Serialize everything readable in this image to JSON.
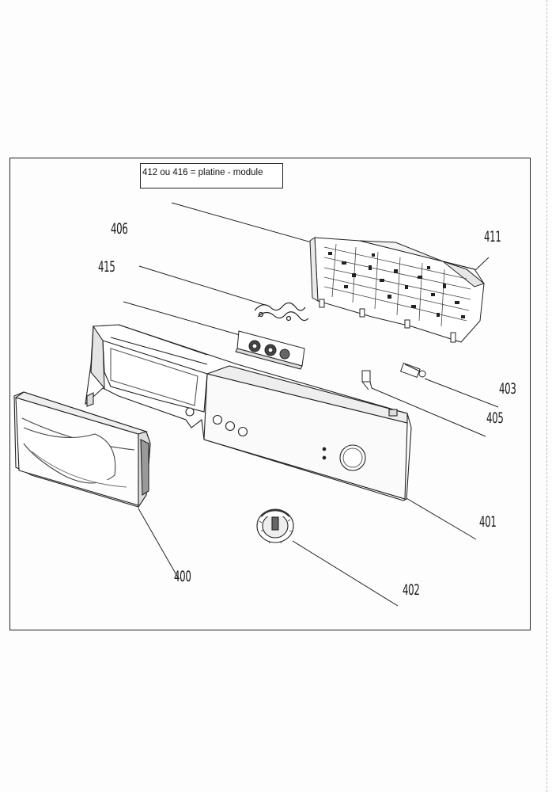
{
  "note": "412 ou 416 = platine - module",
  "callouts": {
    "c406": "406",
    "c415": "415",
    "c411": "411",
    "c403": "403",
    "c405": "405",
    "c401": "401",
    "c400": "400",
    "c402": "402"
  }
}
